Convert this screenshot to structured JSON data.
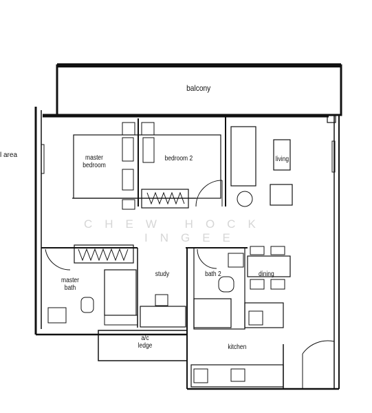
{
  "side_label": "l area",
  "watermark": {
    "line1": "CHEW HOCK",
    "line2": "INGEE"
  },
  "rooms": {
    "balcony": "balcony",
    "master_bedroom": "master bedroom",
    "bedroom_2": "bedroom 2",
    "living": "living",
    "master_bath": "master bath",
    "study": "study",
    "bath_2": "bath 2",
    "dining": "dining",
    "ac_ledge": "a/c ledge",
    "kitchen": "kitchen"
  }
}
